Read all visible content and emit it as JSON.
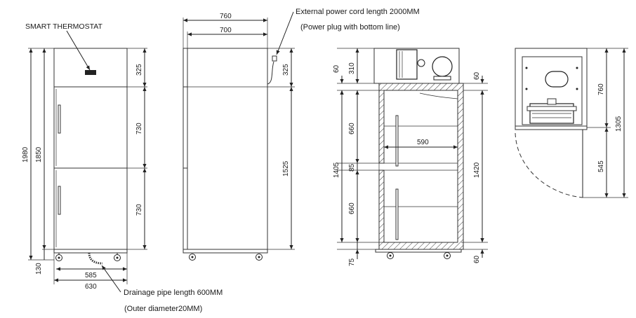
{
  "labels": {
    "smart_thermostat": "SMART THERMOSTAT",
    "power_cord": "External power cord length 2000MM",
    "power_plug": "(Power plug with bottom line)",
    "drain_pipe": "Drainage pipe length 600MM",
    "drain_diameter": "(Outer diameter20MM)"
  },
  "front": {
    "total_height": "1980",
    "body_height": "1850",
    "top_panel": "325",
    "door_upper": "730",
    "door_lower": "730",
    "feet": "130",
    "inner_width": "585",
    "outer_width": "630"
  },
  "side": {
    "total_depth": "760",
    "body_depth": "700",
    "top_panel": "325",
    "door_height": "1525"
  },
  "section": {
    "compressor": "310",
    "top_gap_left": "60",
    "top_gap_right": "60",
    "interior_height": "1405",
    "shelf_upper": "660",
    "shelf_gap": "85",
    "shelf_lower": "660",
    "bottom_left": "75",
    "bottom_right": "60",
    "interior_width": "590",
    "inner_height": "1420"
  },
  "top_view": {
    "depth": "760",
    "door_swing": "545",
    "total": "1305"
  }
}
